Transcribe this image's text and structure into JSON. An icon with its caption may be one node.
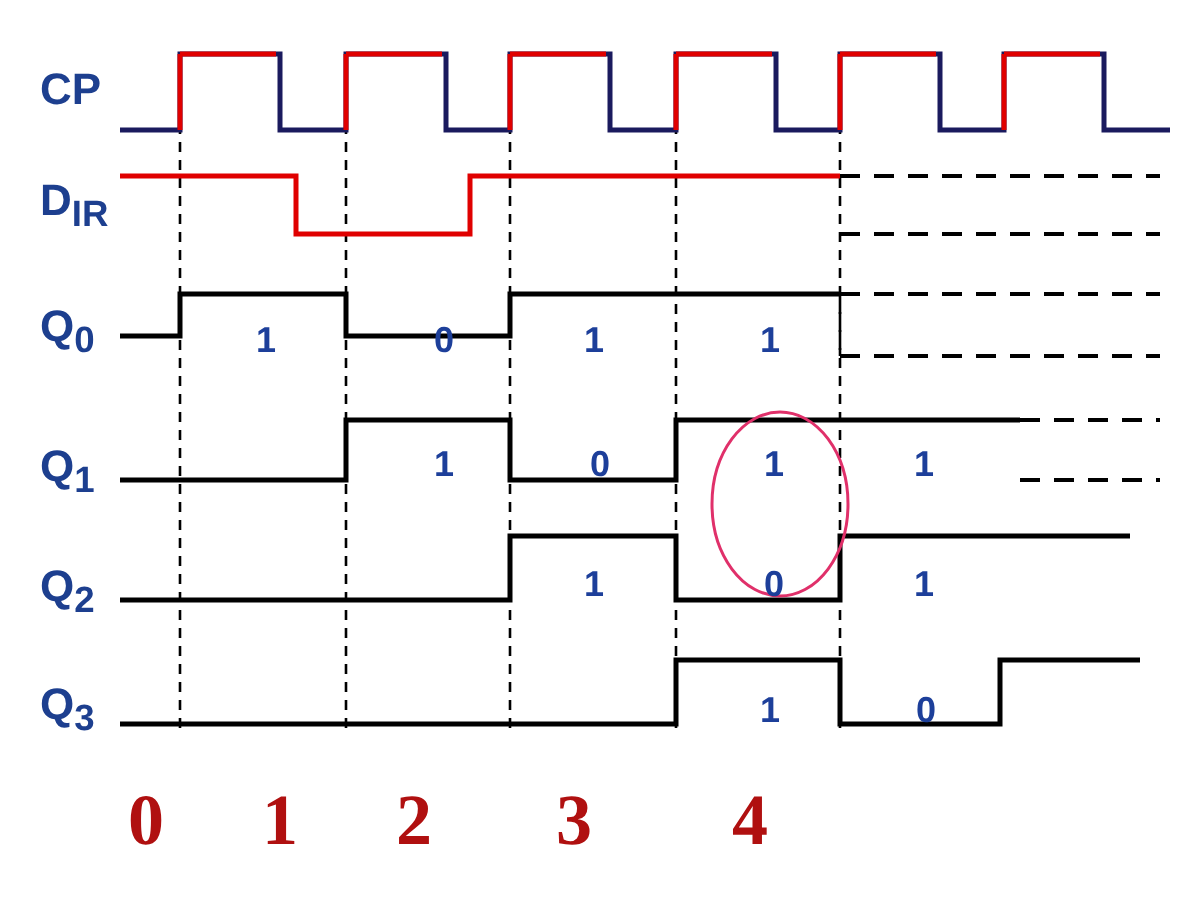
{
  "diagram": {
    "labels": [
      "CP",
      "D$_{IR}$",
      "Q$_{0}$",
      "1",
      "0",
      "1",
      "1",
      "Q$_{1}$",
      "1",
      "0",
      "1",
      "1",
      "Q$_{2}$",
      "1",
      "0",
      "1",
      "Q$_{3}$",
      "1",
      "0",
      "0",
      "1",
      "2",
      "3",
      "4"
    ]
  }
}
